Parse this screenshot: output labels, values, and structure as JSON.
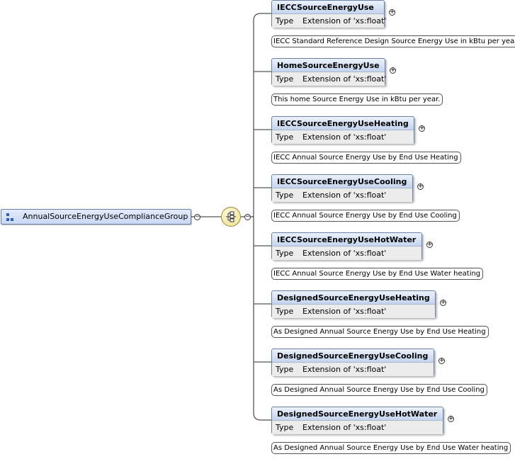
{
  "root": {
    "label": "AnnualSourceEnergyUseComplianceGroup",
    "collapse_symbol": "−"
  },
  "compositor": {
    "kind": "sequence",
    "collapse_symbol": "−"
  },
  "type_key": "Type",
  "expand_symbol": "+",
  "elements": [
    {
      "name": "IECCSourceEnergyUse",
      "type": "Extension of 'xs:float'",
      "doc": "IECC Standard Reference Design Source Energy Use in kBtu per year."
    },
    {
      "name": "HomeSourceEnergyUse",
      "type": "Extension of 'xs:float'",
      "doc": "This home Source Energy Use in kBtu per year."
    },
    {
      "name": "IECCSourceEnergyUseHeating",
      "type": "Extension of 'xs:float'",
      "doc": "IECC Annual Source Energy Use by End Use Heating"
    },
    {
      "name": "IECCSourceEnergyUseCooling",
      "type": "Extension of 'xs:float'",
      "doc": "IECC Annual Source Energy Use by End Use Cooling"
    },
    {
      "name": "IECCSourceEnergyUseHotWater",
      "type": "Extension of 'xs:float'",
      "doc": "IECC Annual Source Energy Use by End Use Water heating"
    },
    {
      "name": "DesignedSourceEnergyUseHeating",
      "type": "Extension of 'xs:float'",
      "doc": "As Designed Annual Source Energy Use by End Use Heating"
    },
    {
      "name": "DesignedSourceEnergyUseCooling",
      "type": "Extension of 'xs:float'",
      "doc": "As Designed Annual Source Energy Use by End Use Cooling"
    },
    {
      "name": "DesignedSourceEnergyUseHotWater",
      "type": "Extension of 'xs:float'",
      "doc": "As Designed Annual Source Energy Use by End Use Water heating"
    }
  ]
}
